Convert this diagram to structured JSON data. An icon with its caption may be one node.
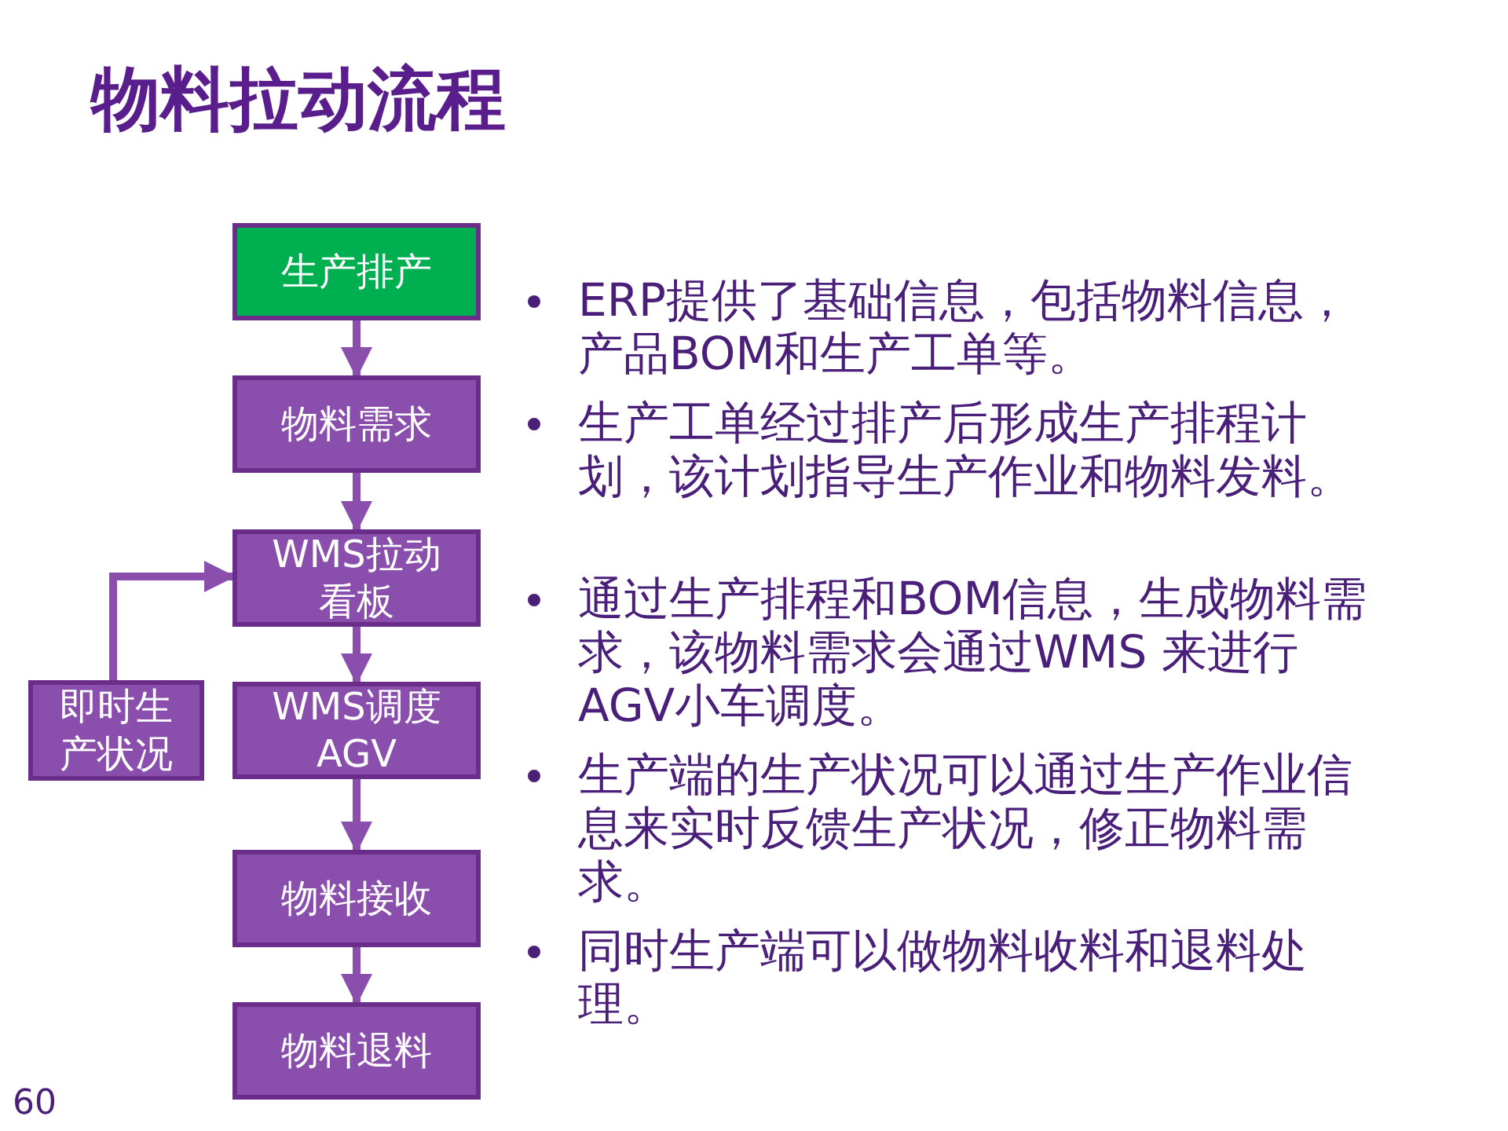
{
  "diagram": {
    "title": "物料拉动流程",
    "nodes": [
      {
        "text": [
          "生产排产"
        ]
      },
      {
        "text": [
          "物料需求"
        ]
      },
      {
        "text": [
          "WMS拉动看板"
        ]
      },
      {
        "text": [
          "WMS调度AGV"
        ]
      },
      {
        "text": [
          "物料接收"
        ]
      },
      {
        "text": [
          "物料退料"
        ]
      },
      {
        "text": [
          "即时生产状况"
        ]
      }
    ],
    "edges": [
      {
        "from": 0,
        "to": 1,
        "arrow": "to"
      },
      {
        "from": 1,
        "to": 2,
        "arrow": "to"
      },
      {
        "from": 2,
        "to": 3,
        "arrow": "to"
      },
      {
        "from": 3,
        "to": 4,
        "arrow": "to"
      },
      {
        "from": 4,
        "to": 5,
        "arrow": "to"
      },
      {
        "from": 6,
        "to": 2,
        "arrow": "to"
      }
    ],
    "labels": [
      "ERP提供了基础信息，包括物料信息，产品BOM和生产工单等。",
      "生产工单经过排产后形成生产排程计划，该计划指导生产作业和物料发料。",
      "通过生产排程和BOM信息，生成物料需求，该物料需求会通过WMS 来进行AGV小车调度。",
      "生产端的生产状况可以通过生产作业信息来实时反馈生产状况，修正物料需求。",
      "同时生产端可以做物料收料和退料处理。",
      "60"
    ]
  }
}
